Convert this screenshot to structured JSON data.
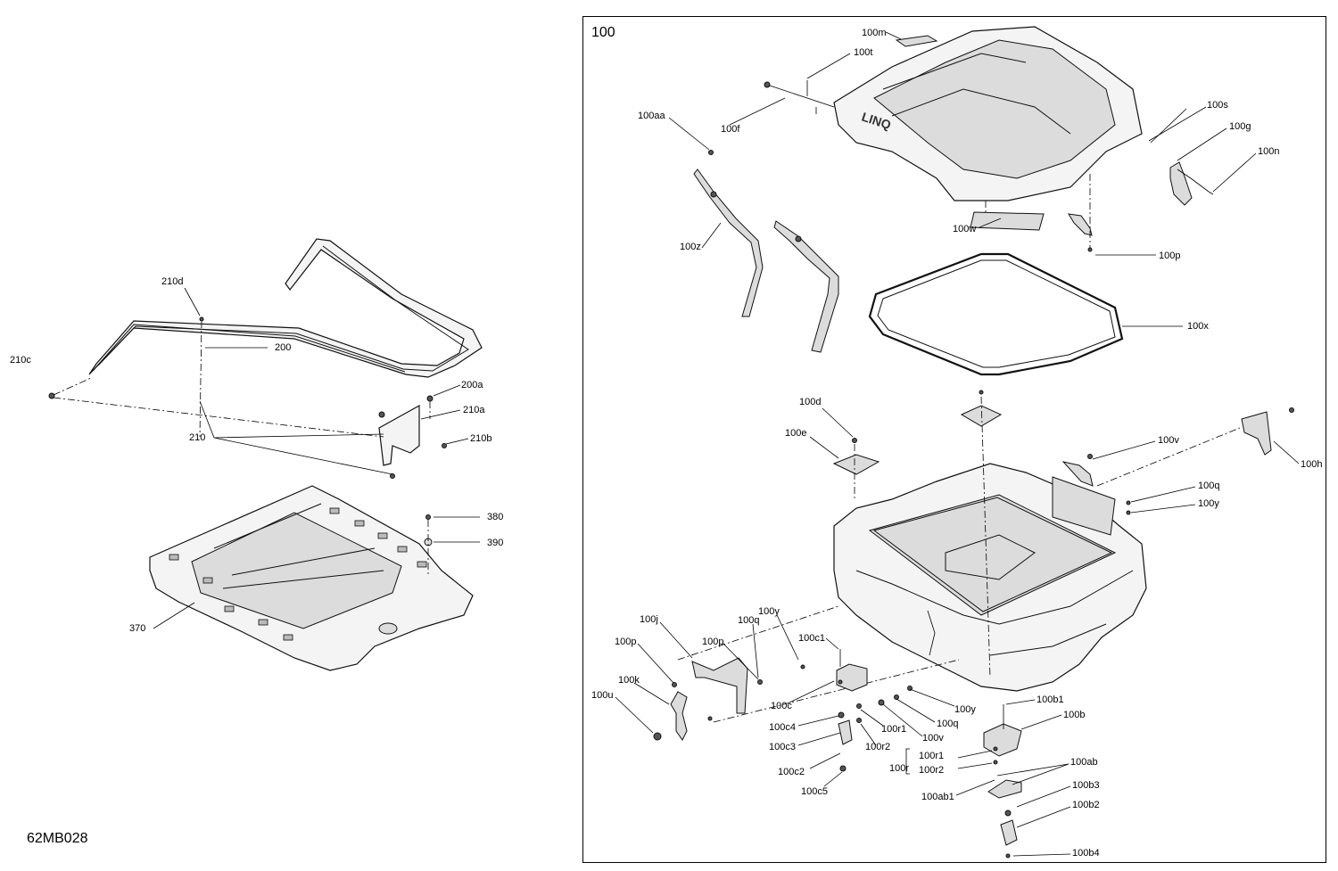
{
  "diagram_code": "62MB028",
  "group_label": "100",
  "labels": [
    {
      "id": "200",
      "text": "200"
    },
    {
      "id": "200a",
      "text": "200a"
    },
    {
      "id": "210",
      "text": "210"
    },
    {
      "id": "210a",
      "text": "210a"
    },
    {
      "id": "210b",
      "text": "210b"
    },
    {
      "id": "210c",
      "text": "210c"
    },
    {
      "id": "210d",
      "text": "210d"
    },
    {
      "id": "370",
      "text": "370"
    },
    {
      "id": "380",
      "text": "380"
    },
    {
      "id": "390",
      "text": "390"
    },
    {
      "id": "100m",
      "text": "100m"
    },
    {
      "id": "100t",
      "text": "100t"
    },
    {
      "id": "100aa",
      "text": "100aa"
    },
    {
      "id": "100f",
      "text": "100f"
    },
    {
      "id": "100s",
      "text": "100s"
    },
    {
      "id": "100g",
      "text": "100g"
    },
    {
      "id": "100n",
      "text": "100n"
    },
    {
      "id": "100z",
      "text": "100z"
    },
    {
      "id": "100w",
      "text": "100w"
    },
    {
      "id": "100p_top",
      "text": "100p"
    },
    {
      "id": "100x",
      "text": "100x"
    },
    {
      "id": "100d",
      "text": "100d"
    },
    {
      "id": "100e",
      "text": "100e"
    },
    {
      "id": "100h",
      "text": "100h"
    },
    {
      "id": "100v_top",
      "text": "100v"
    },
    {
      "id": "100q_right",
      "text": "100q"
    },
    {
      "id": "100y_right",
      "text": "100y"
    },
    {
      "id": "100j",
      "text": "100j"
    },
    {
      "id": "100y_left",
      "text": "100y"
    },
    {
      "id": "100q_left",
      "text": "100q"
    },
    {
      "id": "100p_left1",
      "text": "100p"
    },
    {
      "id": "100p_left2",
      "text": "100p"
    },
    {
      "id": "100c1",
      "text": "100c1"
    },
    {
      "id": "100k",
      "text": "100k"
    },
    {
      "id": "100c",
      "text": "100c"
    },
    {
      "id": "100u",
      "text": "100u"
    },
    {
      "id": "100b1",
      "text": "100b1"
    },
    {
      "id": "100b",
      "text": "100b"
    },
    {
      "id": "100y_mid",
      "text": "100y"
    },
    {
      "id": "100q_mid",
      "text": "100q"
    },
    {
      "id": "100v_mid",
      "text": "100v"
    },
    {
      "id": "100c4",
      "text": "100c4"
    },
    {
      "id": "100r1_a",
      "text": "100r1"
    },
    {
      "id": "100c3",
      "text": "100c3"
    },
    {
      "id": "100r2_a",
      "text": "100r2"
    },
    {
      "id": "100r1_b",
      "text": "100r1"
    },
    {
      "id": "100r2_b",
      "text": "100r2"
    },
    {
      "id": "100r",
      "text": "100r"
    },
    {
      "id": "100ab",
      "text": "100ab"
    },
    {
      "id": "100c2",
      "text": "100c2"
    },
    {
      "id": "100ab1",
      "text": "100ab1"
    },
    {
      "id": "100c5",
      "text": "100c5"
    },
    {
      "id": "100b3",
      "text": "100b3"
    },
    {
      "id": "100b2",
      "text": "100b2"
    },
    {
      "id": "100b4",
      "text": "100b4"
    }
  ]
}
